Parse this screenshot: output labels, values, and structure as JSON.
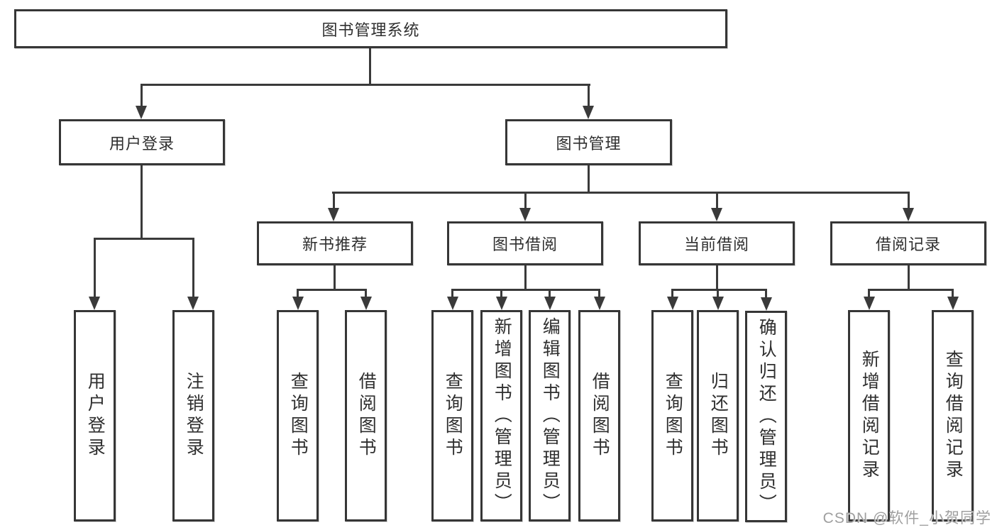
{
  "colors": {
    "background": "#ffffff",
    "box_border": "#363636",
    "line": "#3a3a3a",
    "text": "#2f2f2f",
    "watermark": "#9f9f9f"
  },
  "watermark": "CSDN @软件_小贺同学",
  "tree": {
    "label": "图书管理系统",
    "children": [
      {
        "label": "用户登录",
        "children": [
          {
            "label": "用户登录"
          },
          {
            "label": "注销登录"
          }
        ]
      },
      {
        "label": "图书管理",
        "children": [
          {
            "label": "新书推荐",
            "children": [
              {
                "label": "查询图书"
              },
              {
                "label": "借阅图书"
              }
            ]
          },
          {
            "label": "图书借阅",
            "children": [
              {
                "label": "查询图书"
              },
              {
                "label": "新增图书（管理员）"
              },
              {
                "label": "编辑图书（管理员）"
              },
              {
                "label": "借阅图书"
              }
            ]
          },
          {
            "label": "当前借阅",
            "children": [
              {
                "label": "查询图书"
              },
              {
                "label": "归还图书"
              },
              {
                "label": "确认归还（管理员）"
              }
            ]
          },
          {
            "label": "借阅记录",
            "children": [
              {
                "label": "新增借阅记录"
              },
              {
                "label": "查询借阅记录"
              }
            ]
          }
        ]
      }
    ]
  }
}
